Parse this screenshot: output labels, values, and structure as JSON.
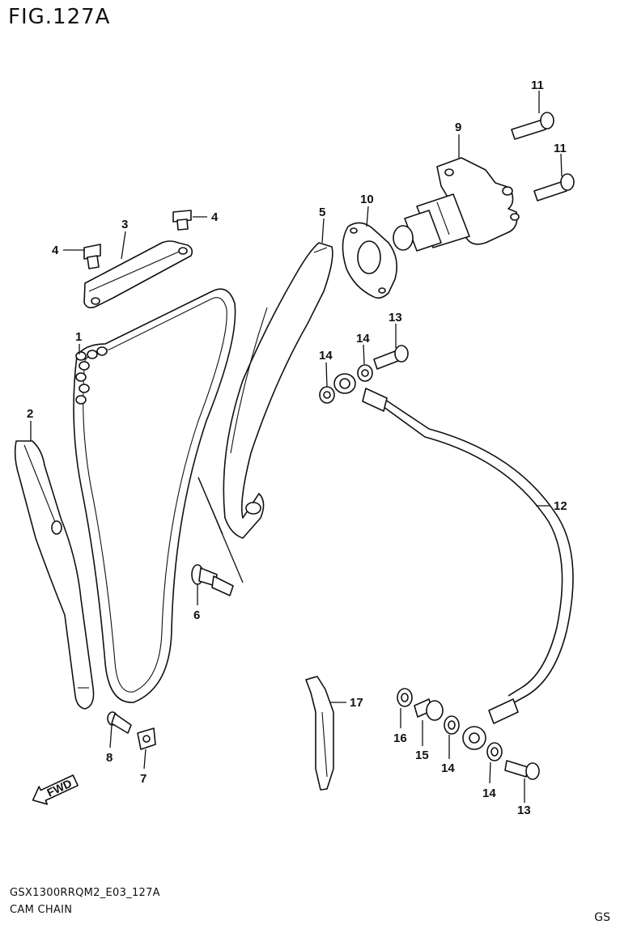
{
  "figure_title": "FIG.127A",
  "footer": {
    "diagram_code": "GSX1300RRQM2_E03_127A",
    "section_name": "CAM CHAIN"
  },
  "region_code": "GS",
  "fwd_label": "FWD",
  "callouts": [
    {
      "id": "c1",
      "label": "1"
    },
    {
      "id": "c2",
      "label": "2"
    },
    {
      "id": "c3",
      "label": "3"
    },
    {
      "id": "c4a",
      "label": "4"
    },
    {
      "id": "c4b",
      "label": "4"
    },
    {
      "id": "c5",
      "label": "5"
    },
    {
      "id": "c6",
      "label": "6"
    },
    {
      "id": "c7",
      "label": "7"
    },
    {
      "id": "c8",
      "label": "8"
    },
    {
      "id": "c9",
      "label": "9"
    },
    {
      "id": "c10",
      "label": "10"
    },
    {
      "id": "c11a",
      "label": "11"
    },
    {
      "id": "c11b",
      "label": "11"
    },
    {
      "id": "c12",
      "label": "12"
    },
    {
      "id": "c13a",
      "label": "13"
    },
    {
      "id": "c13b",
      "label": "13"
    },
    {
      "id": "c14a",
      "label": "14"
    },
    {
      "id": "c14b",
      "label": "14"
    },
    {
      "id": "c14c",
      "label": "14"
    },
    {
      "id": "c14d",
      "label": "14"
    },
    {
      "id": "c15",
      "label": "15"
    },
    {
      "id": "c16",
      "label": "16"
    },
    {
      "id": "c17",
      "label": "17"
    }
  ]
}
